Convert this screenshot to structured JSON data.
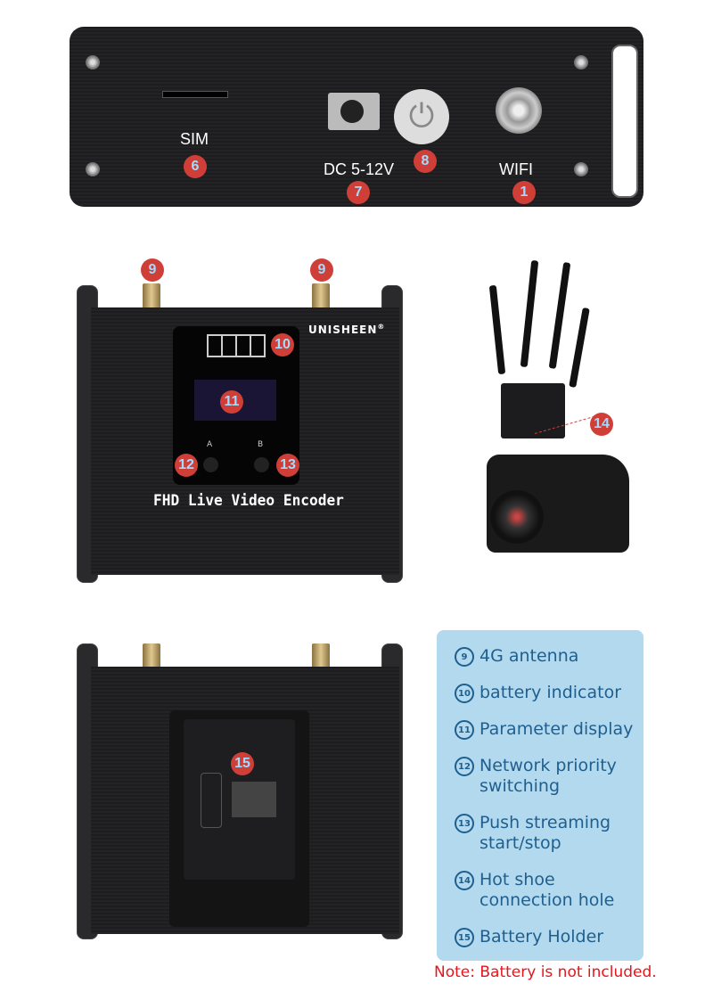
{
  "top_panel": {
    "sim_label": "SIM",
    "dc_label": "DC 5-12V",
    "wifi_label": "WIFI",
    "badges": {
      "wifi": "1",
      "sim": "6",
      "dc": "7",
      "power": "8"
    }
  },
  "front": {
    "brand": "UNISHEEN",
    "registered": "®",
    "product_name": "FHD Live Video Encoder",
    "button_a": "A",
    "button_b": "B",
    "badges": {
      "antenna_left": "9",
      "antenna_right": "9",
      "battery": "10",
      "display": "11",
      "btn_a": "12",
      "btn_b": "13"
    }
  },
  "camera_scene": {
    "badge": "14"
  },
  "back": {
    "badge": "15"
  },
  "legend": {
    "items": [
      {
        "num": "9",
        "text": "4G antenna"
      },
      {
        "num": "10",
        "text": "battery indicator"
      },
      {
        "num": "11",
        "text": "Parameter display"
      },
      {
        "num": "12",
        "text": "Network priority switching"
      },
      {
        "num": "13",
        "text": "Push streaming start/stop"
      },
      {
        "num": "14",
        "text": "Hot shoe connection hole"
      },
      {
        "num": "15",
        "text": "Battery Holder"
      }
    ],
    "note": "Note: Battery is not included."
  },
  "colors": {
    "badge": "#cf3f38",
    "legend_bg": "#b3d9ef",
    "legend_text": "#1f5f8e",
    "note": "#e8141c"
  }
}
